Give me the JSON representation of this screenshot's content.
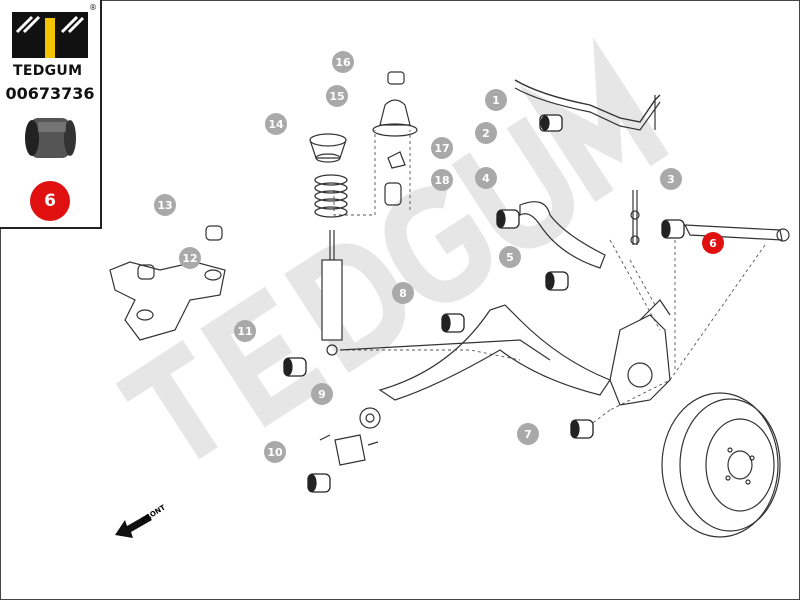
{
  "brand": {
    "name": "TEDGUM",
    "registered_mark": "®",
    "logo_accent_color": "#f5c400"
  },
  "product": {
    "part_number": "00673736",
    "position_label": "6",
    "highlight_color": "#e01010"
  },
  "diagram": {
    "watermark": "TEDGUM",
    "direction_label": "FRONT",
    "callouts": [
      {
        "label": "16"
      },
      {
        "label": "15"
      },
      {
        "label": "14"
      },
      {
        "label": "1"
      },
      {
        "label": "2"
      },
      {
        "label": "17"
      },
      {
        "label": "18"
      },
      {
        "label": "13"
      },
      {
        "label": "4"
      },
      {
        "label": "3"
      },
      {
        "label": "6",
        "active": true
      },
      {
        "label": "12"
      },
      {
        "label": "5"
      },
      {
        "label": "8"
      },
      {
        "label": "11"
      },
      {
        "label": "9"
      },
      {
        "label": "7"
      },
      {
        "label": "10"
      }
    ]
  }
}
